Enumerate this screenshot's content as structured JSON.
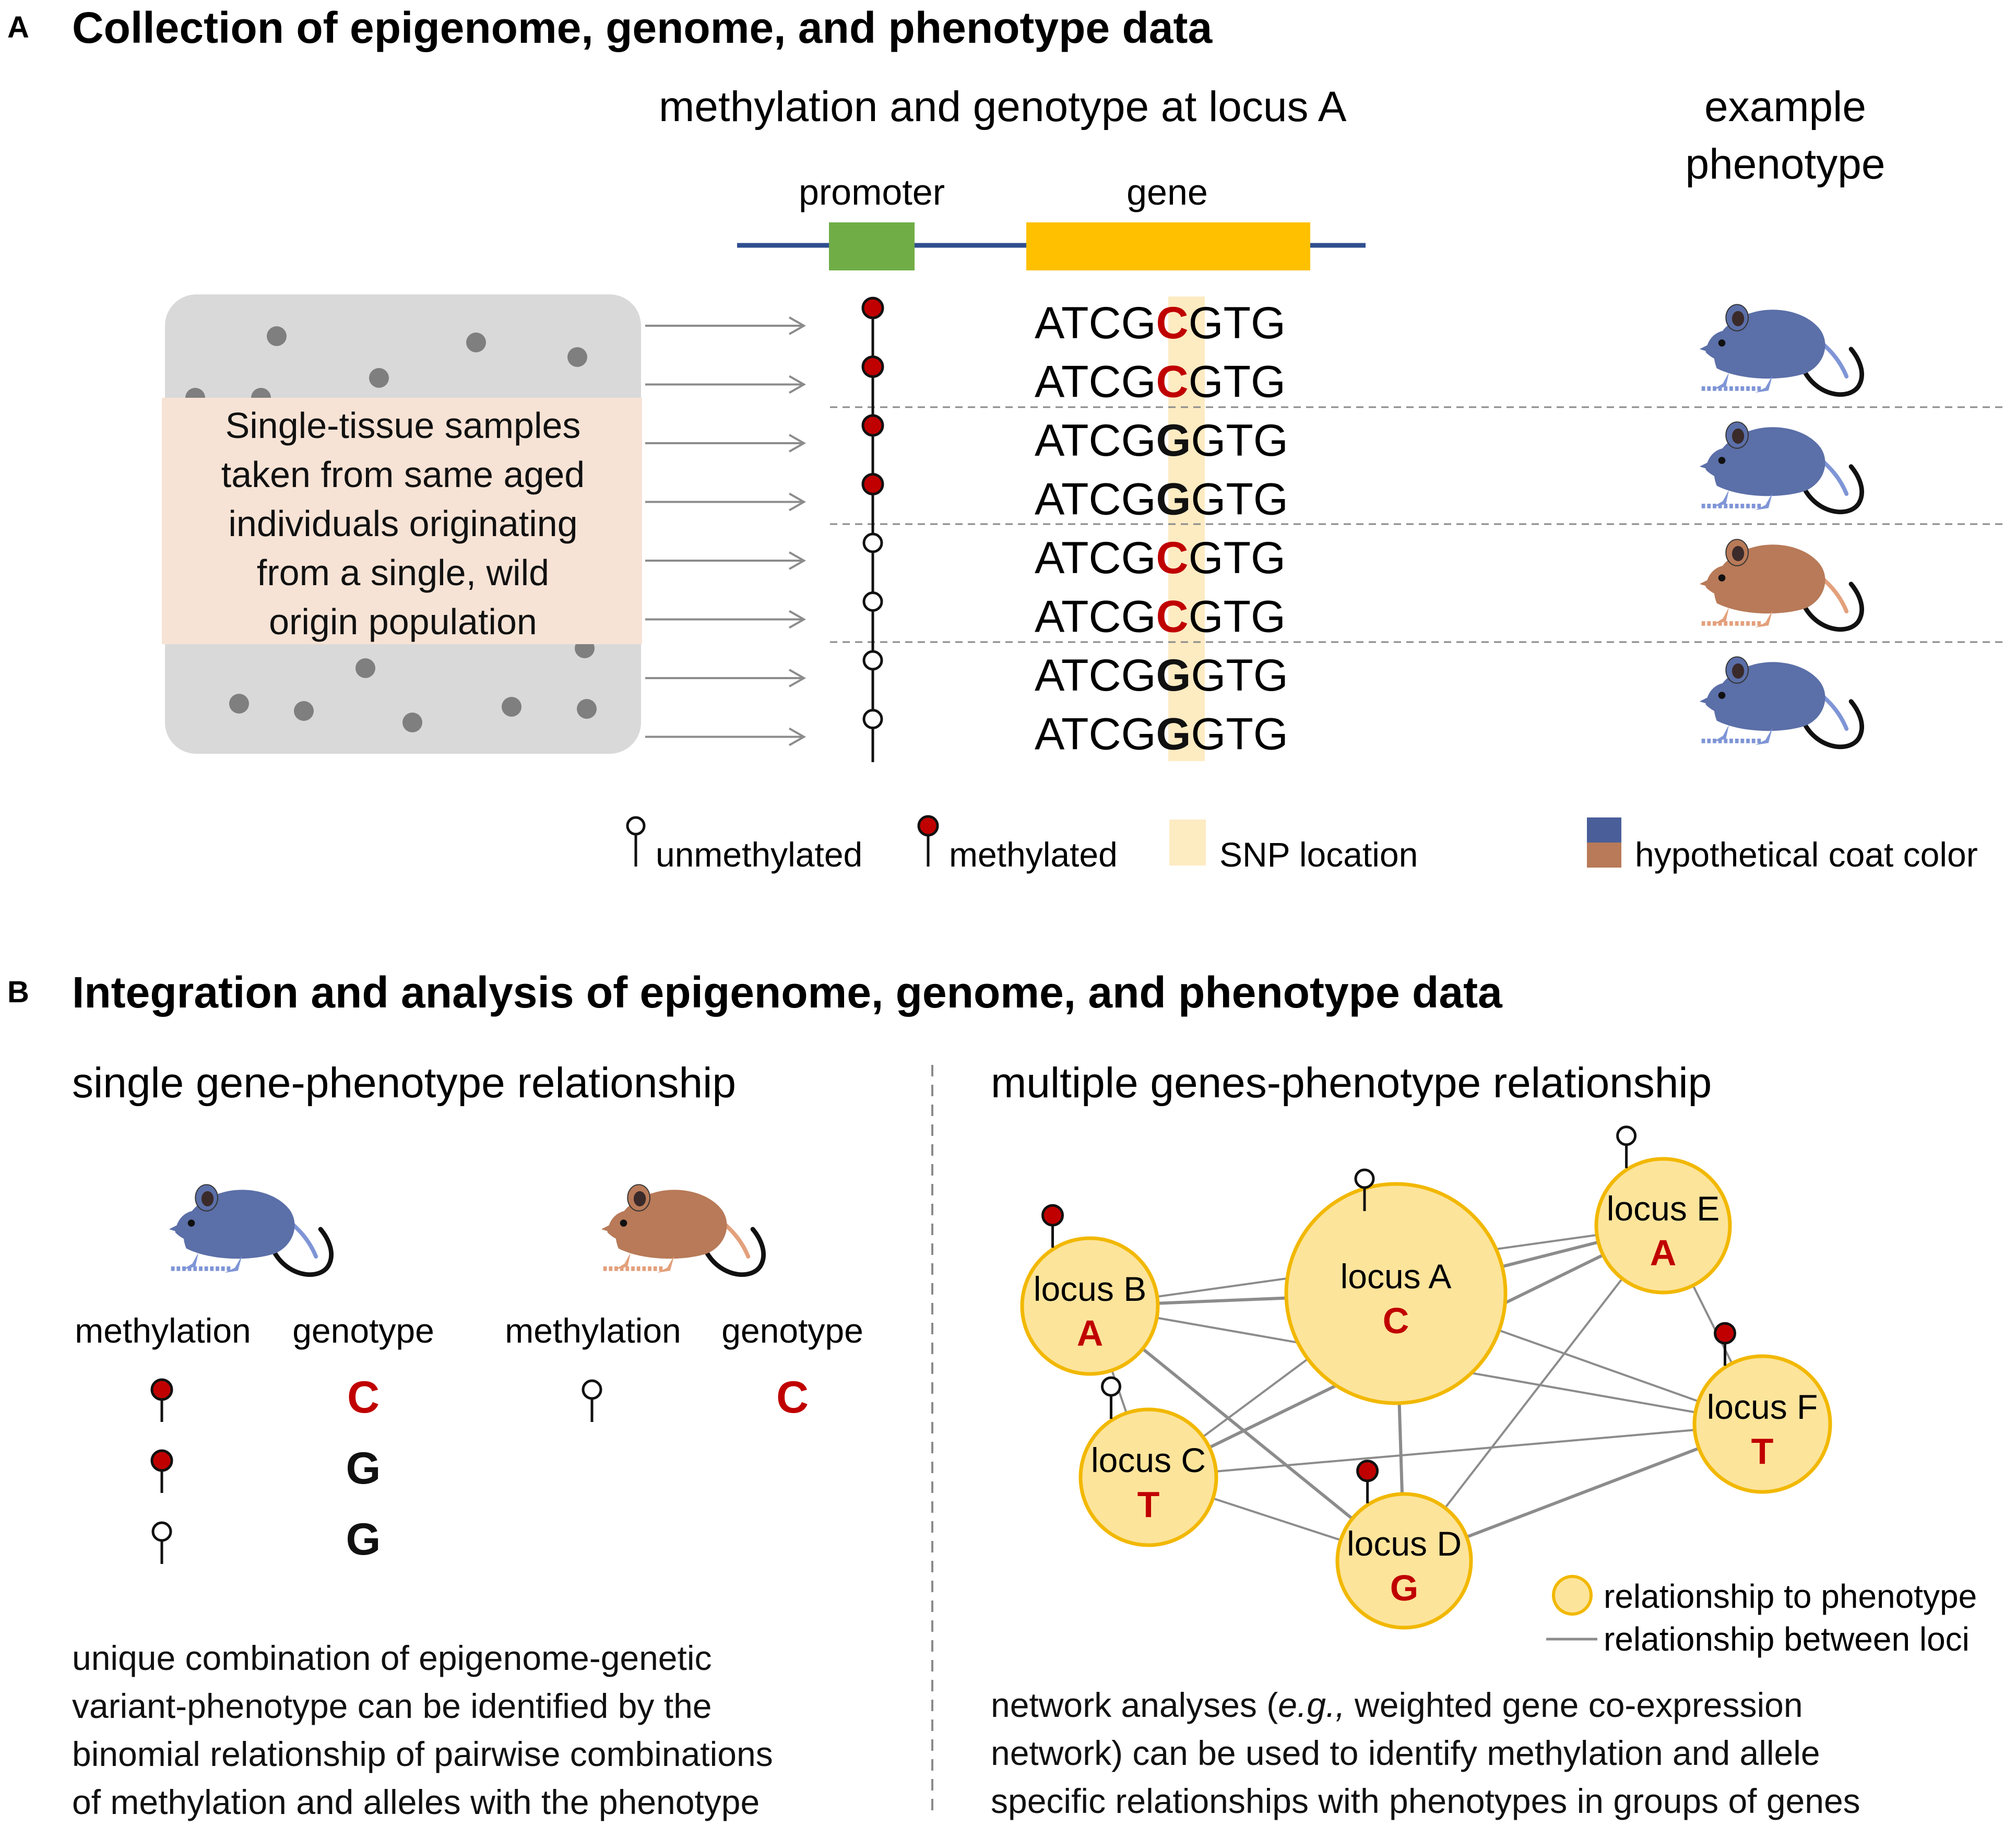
{
  "panelA": {
    "letter": "A",
    "title": "Collection of epigenome, genome, and phenotype data",
    "locus_heading": "methylation and genotype at locus A",
    "phenotype_heading": [
      "example",
      "phenotype"
    ],
    "promoter_label": "promoter",
    "gene_label": "gene",
    "sample_text": [
      "Single-tissue samples",
      "taken from same aged",
      "individuals originating",
      "from a single, wild",
      "origin population"
    ],
    "rows": [
      {
        "prefix": "ATCG",
        "snp": "C",
        "suffix": "GTG",
        "methylated": true,
        "coat": "blue"
      },
      {
        "prefix": "ATCG",
        "snp": "C",
        "suffix": "GTG",
        "methylated": true,
        "coat": "blue"
      },
      {
        "prefix": "ATCG",
        "snp": "G",
        "suffix": "GTG",
        "methylated": true,
        "coat": "blue"
      },
      {
        "prefix": "ATCG",
        "snp": "G",
        "suffix": "GTG",
        "methylated": true,
        "coat": "blue"
      },
      {
        "prefix": "ATCG",
        "snp": "C",
        "suffix": "GTG",
        "methylated": false,
        "coat": "brown"
      },
      {
        "prefix": "ATCG",
        "snp": "C",
        "suffix": "GTG",
        "methylated": false,
        "coat": "brown"
      },
      {
        "prefix": "ATCG",
        "snp": "G",
        "suffix": "GTG",
        "methylated": false,
        "coat": "blue"
      },
      {
        "prefix": "ATCG",
        "snp": "G",
        "suffix": "GTG",
        "methylated": false,
        "coat": "blue"
      }
    ],
    "legend": {
      "unmethylated": "unmethylated",
      "methylated": "methylated",
      "snp": "SNP location",
      "coat": "hypothetical coat color"
    }
  },
  "panelB": {
    "letter": "B",
    "title": "Integration and analysis of epigenome, genome, and phenotype data",
    "left": {
      "heading": "single gene-phenotype relationship",
      "blue": {
        "methylation_label": "methylation",
        "genotype_label": "genotype",
        "rows": [
          {
            "methylated": true,
            "allele": "C"
          },
          {
            "methylated": true,
            "allele": "G"
          },
          {
            "methylated": false,
            "allele": "G"
          }
        ]
      },
      "brown": {
        "methylation_label": "methylation",
        "genotype_label": "genotype",
        "rows": [
          {
            "methylated": false,
            "allele": "C"
          }
        ]
      },
      "caption": [
        "unique combination of epigenome-genetic",
        "variant-phenotype can be identified by the",
        "binomial relationship of pairwise combinations",
        "of methylation and alleles with the phenotype"
      ]
    },
    "right": {
      "heading": "multiple genes-phenotype relationship",
      "nodes": [
        {
          "id": "A",
          "label": "locus A",
          "allele": "C",
          "methylated": false
        },
        {
          "id": "B",
          "label": "locus B",
          "allele": "A",
          "methylated": true
        },
        {
          "id": "C",
          "label": "locus C",
          "allele": "T",
          "methylated": false
        },
        {
          "id": "D",
          "label": "locus D",
          "allele": "G",
          "methylated": true
        },
        {
          "id": "E",
          "label": "locus E",
          "allele": "A",
          "methylated": false
        },
        {
          "id": "F",
          "label": "locus F",
          "allele": "T",
          "methylated": true
        }
      ],
      "legend": {
        "node": "relationship to phenotype",
        "edge": "relationship between loci"
      },
      "caption_pre": "network analyses (",
      "caption_eg": "e.g.,",
      "caption_post": " weighted gene co-expression",
      "caption_lines": [
        "network) can be used to identify methylation and allele",
        "specific relationships with phenotypes in groups of genes"
      ]
    }
  },
  "colors": {
    "methyl_red": "#c00000",
    "allele_red": "#c00000",
    "promoter_green": "#70ad47",
    "gene_yellow": "#ffc000",
    "snp_highlight": "#fdebc2",
    "node_fill": "#fde49b",
    "node_stroke": "#f2b800",
    "coat_blue": "#5b6fa8",
    "coat_brown": "#b87a58",
    "dna_line": "#2f4f8f",
    "edge_gray": "#8c8c8c"
  }
}
